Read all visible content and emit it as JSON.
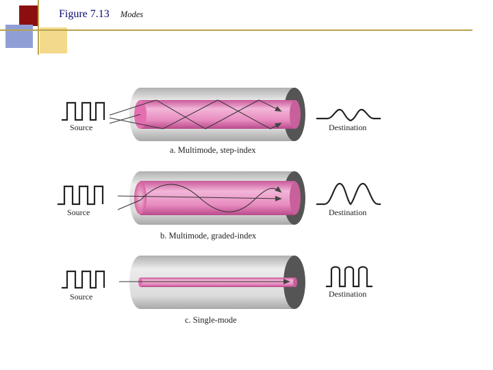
{
  "title": {
    "figure": "Figure 7.13",
    "caption": "Modes"
  },
  "panels": [
    {
      "source": "Source",
      "destination": "Destination",
      "caption": "a.  Multimode, step-index"
    },
    {
      "source": "Source",
      "destination": "Destination",
      "caption": "b.  Multimode, graded-index"
    },
    {
      "source": "Source",
      "destination": "Destination",
      "caption": "c.  Single-mode"
    }
  ],
  "colors": {
    "deco_dark_red": "#8b0f0f",
    "deco_blue": "#8f9fd6",
    "deco_yellow": "#f3d98b",
    "rule": "#b9a24a",
    "cladding": "#cfcfcf",
    "core": "#e78fc2"
  }
}
